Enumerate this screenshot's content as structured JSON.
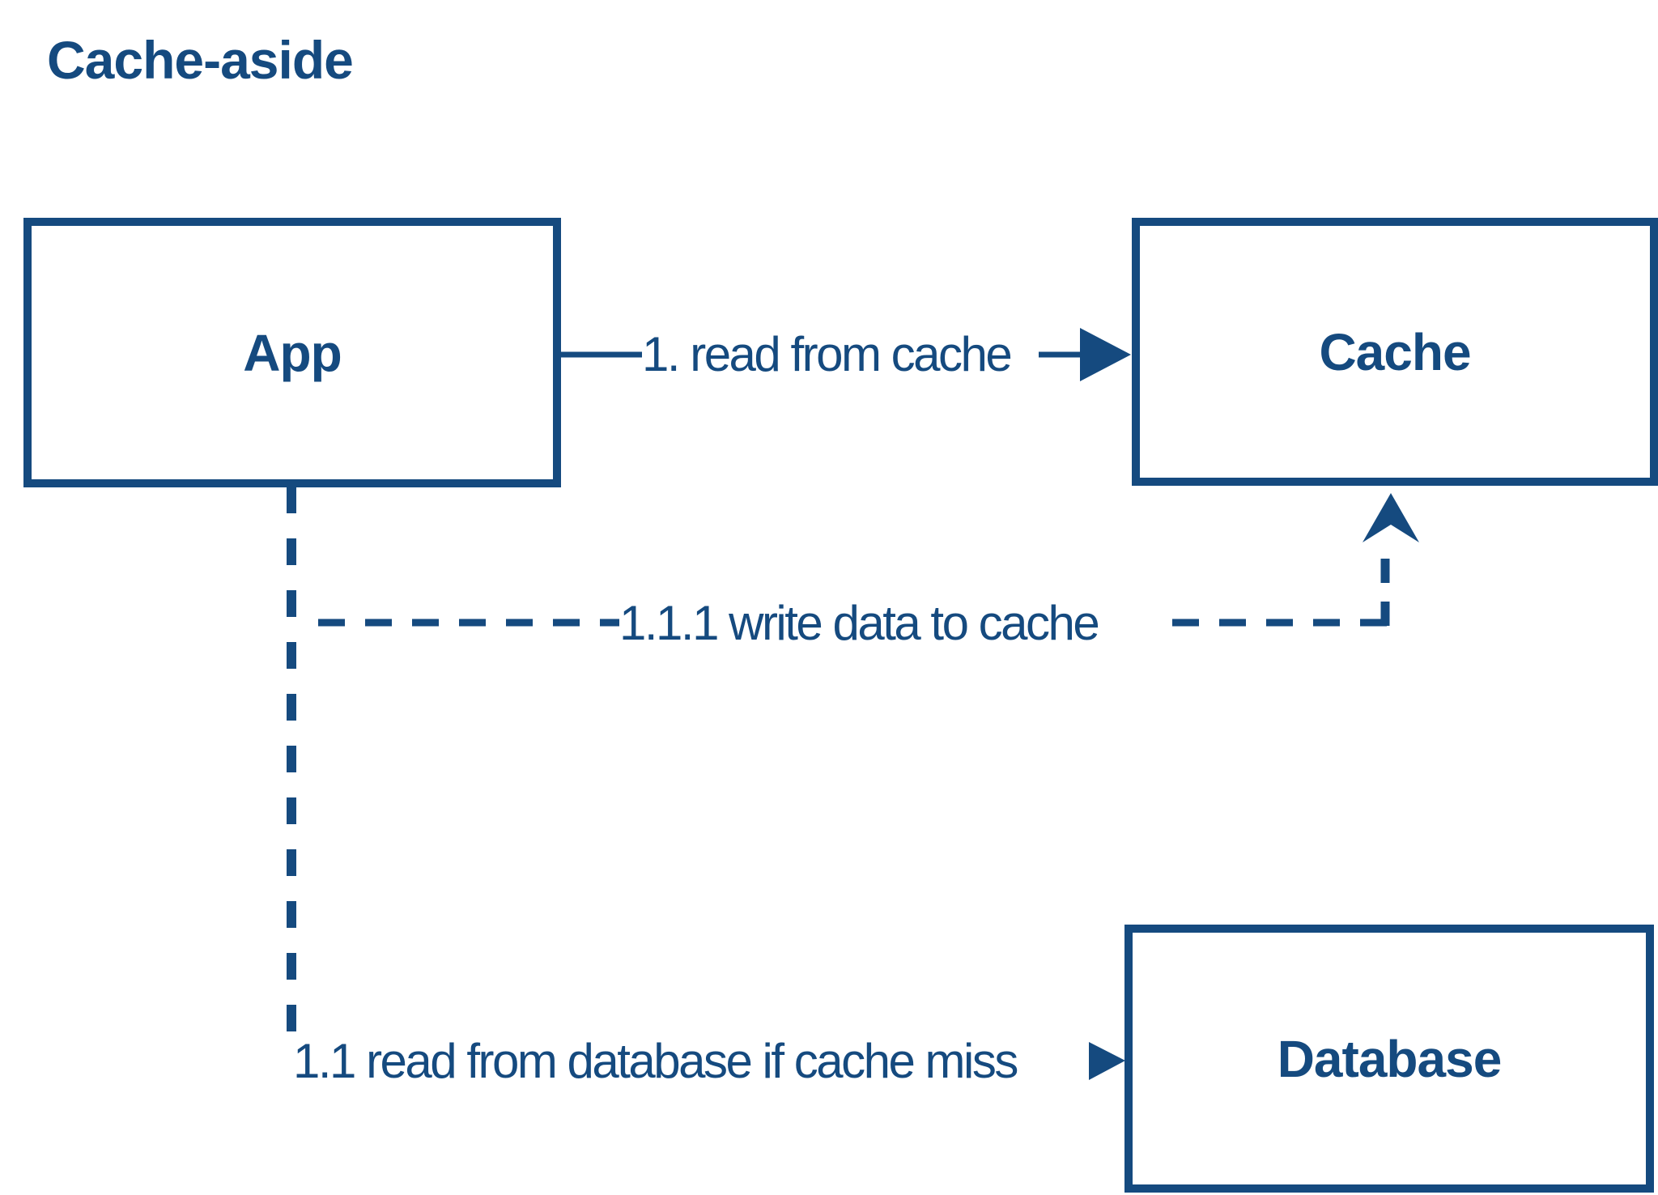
{
  "title": "Cache-aside",
  "colors": {
    "navy": "#154a7f",
    "background": "#ffffff"
  },
  "nodes": {
    "app": "App",
    "cache": "Cache",
    "database": "Database"
  },
  "edges": {
    "read_cache": "1. read from cache",
    "write_cache": "1.1.1 write data to cache",
    "read_db": "1.1 read from database if cache miss"
  }
}
